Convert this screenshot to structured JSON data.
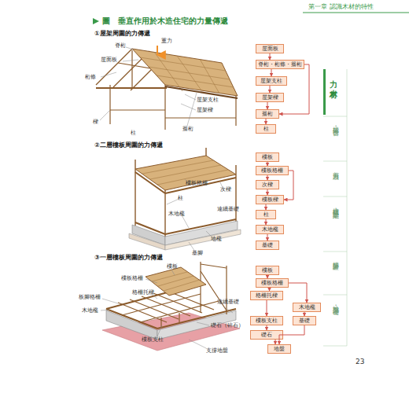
{
  "diagram": {
    "title": "圖　垂直作用於木造住宅的力量傳遞",
    "nodes": [
      {
        "text": [
          "屋面板"
        ]
      },
      {
        "text": [
          "脊桁・桁條・簷桁"
        ]
      },
      {
        "text": [
          "屋架支柱"
        ]
      },
      {
        "text": [
          "屋架樑"
        ]
      },
      {
        "text": [
          "簷桁"
        ]
      },
      {
        "text": [
          "柱"
        ]
      },
      {
        "text": [
          "樓板"
        ]
      },
      {
        "text": [
          "樓板格柵"
        ]
      },
      {
        "text": [
          "次樑"
        ]
      },
      {
        "text": [
          "樓板樑"
        ]
      },
      {
        "text": [
          "柱"
        ]
      },
      {
        "text": [
          "木地檻"
        ]
      },
      {
        "text": [
          "基礎"
        ]
      },
      {
        "text": [
          "樓板"
        ]
      },
      {
        "text": [
          "樓板格柵"
        ]
      },
      {
        "text": [
          "格柵托樑"
        ]
      },
      {
        "text": [
          "木地檻"
        ]
      },
      {
        "text": [
          "樓板支柱"
        ]
      },
      {
        "text": [
          "基礎"
        ]
      },
      {
        "text": [
          "礎石"
        ]
      },
      {
        "text": [
          "地盤"
        ]
      }
    ],
    "edges": [
      {
        "from": 0,
        "to": 1,
        "arrow": "to"
      },
      {
        "from": 1,
        "to": 2,
        "arrow": "to"
      },
      {
        "from": 2,
        "to": 3,
        "arrow": "to"
      },
      {
        "from": 3,
        "to": 4,
        "arrow": "to"
      },
      {
        "from": 4,
        "to": 5,
        "arrow": "to"
      },
      {
        "from": 1,
        "to": 4,
        "arrow": "to"
      },
      {
        "from": 6,
        "to": 7,
        "arrow": "to"
      },
      {
        "from": 7,
        "to": 8,
        "arrow": "to"
      },
      {
        "from": 8,
        "to": 9,
        "arrow": "to"
      },
      {
        "from": 7,
        "to": 9,
        "arrow": "to"
      },
      {
        "from": 9,
        "to": 10,
        "arrow": "to"
      },
      {
        "from": 10,
        "to": 11,
        "arrow": "to"
      },
      {
        "from": 11,
        "to": 12,
        "arrow": "to"
      },
      {
        "from": 13,
        "to": 14,
        "arrow": "to"
      },
      {
        "from": 14,
        "to": 15,
        "arrow": "to"
      },
      {
        "from": 14,
        "to": 16,
        "arrow": "to"
      },
      {
        "from": 15,
        "to": 17,
        "arrow": "to"
      },
      {
        "from": 17,
        "to": 19,
        "arrow": "to"
      },
      {
        "from": 16,
        "to": 18,
        "arrow": "to"
      },
      {
        "from": 19,
        "to": 20,
        "arrow": "to"
      },
      {
        "from": 18,
        "to": 20,
        "arrow": "to"
      }
    ],
    "labels": [
      "第一章 認識木材的特性",
      "①屋架周圍的力傳遞",
      "重力",
      "脊桁",
      "屋面板",
      "桁條",
      "屋架支柱",
      "屋架樑",
      "樑",
      "柱",
      "簷桁",
      "②二層樓板周圍的力傳遞",
      "樓板格柵",
      "次樑",
      "柱",
      "木地檻",
      "連續基礎",
      "地檻",
      "基腳",
      "③一層樓板周圍的力傳遞",
      "樓板",
      "樓板格柵",
      "格柵托樑",
      "板腳格柵",
      "木地檻",
      "樓板支柱",
      "連續基礎",
      "礎石（碎石）",
      "支撐地盤",
      "力　木材",
      "構架・接合",
      "剪力牆",
      "樓板組・屋架組",
      "構架計畫",
      "地盤・基礎",
      "23"
    ]
  }
}
